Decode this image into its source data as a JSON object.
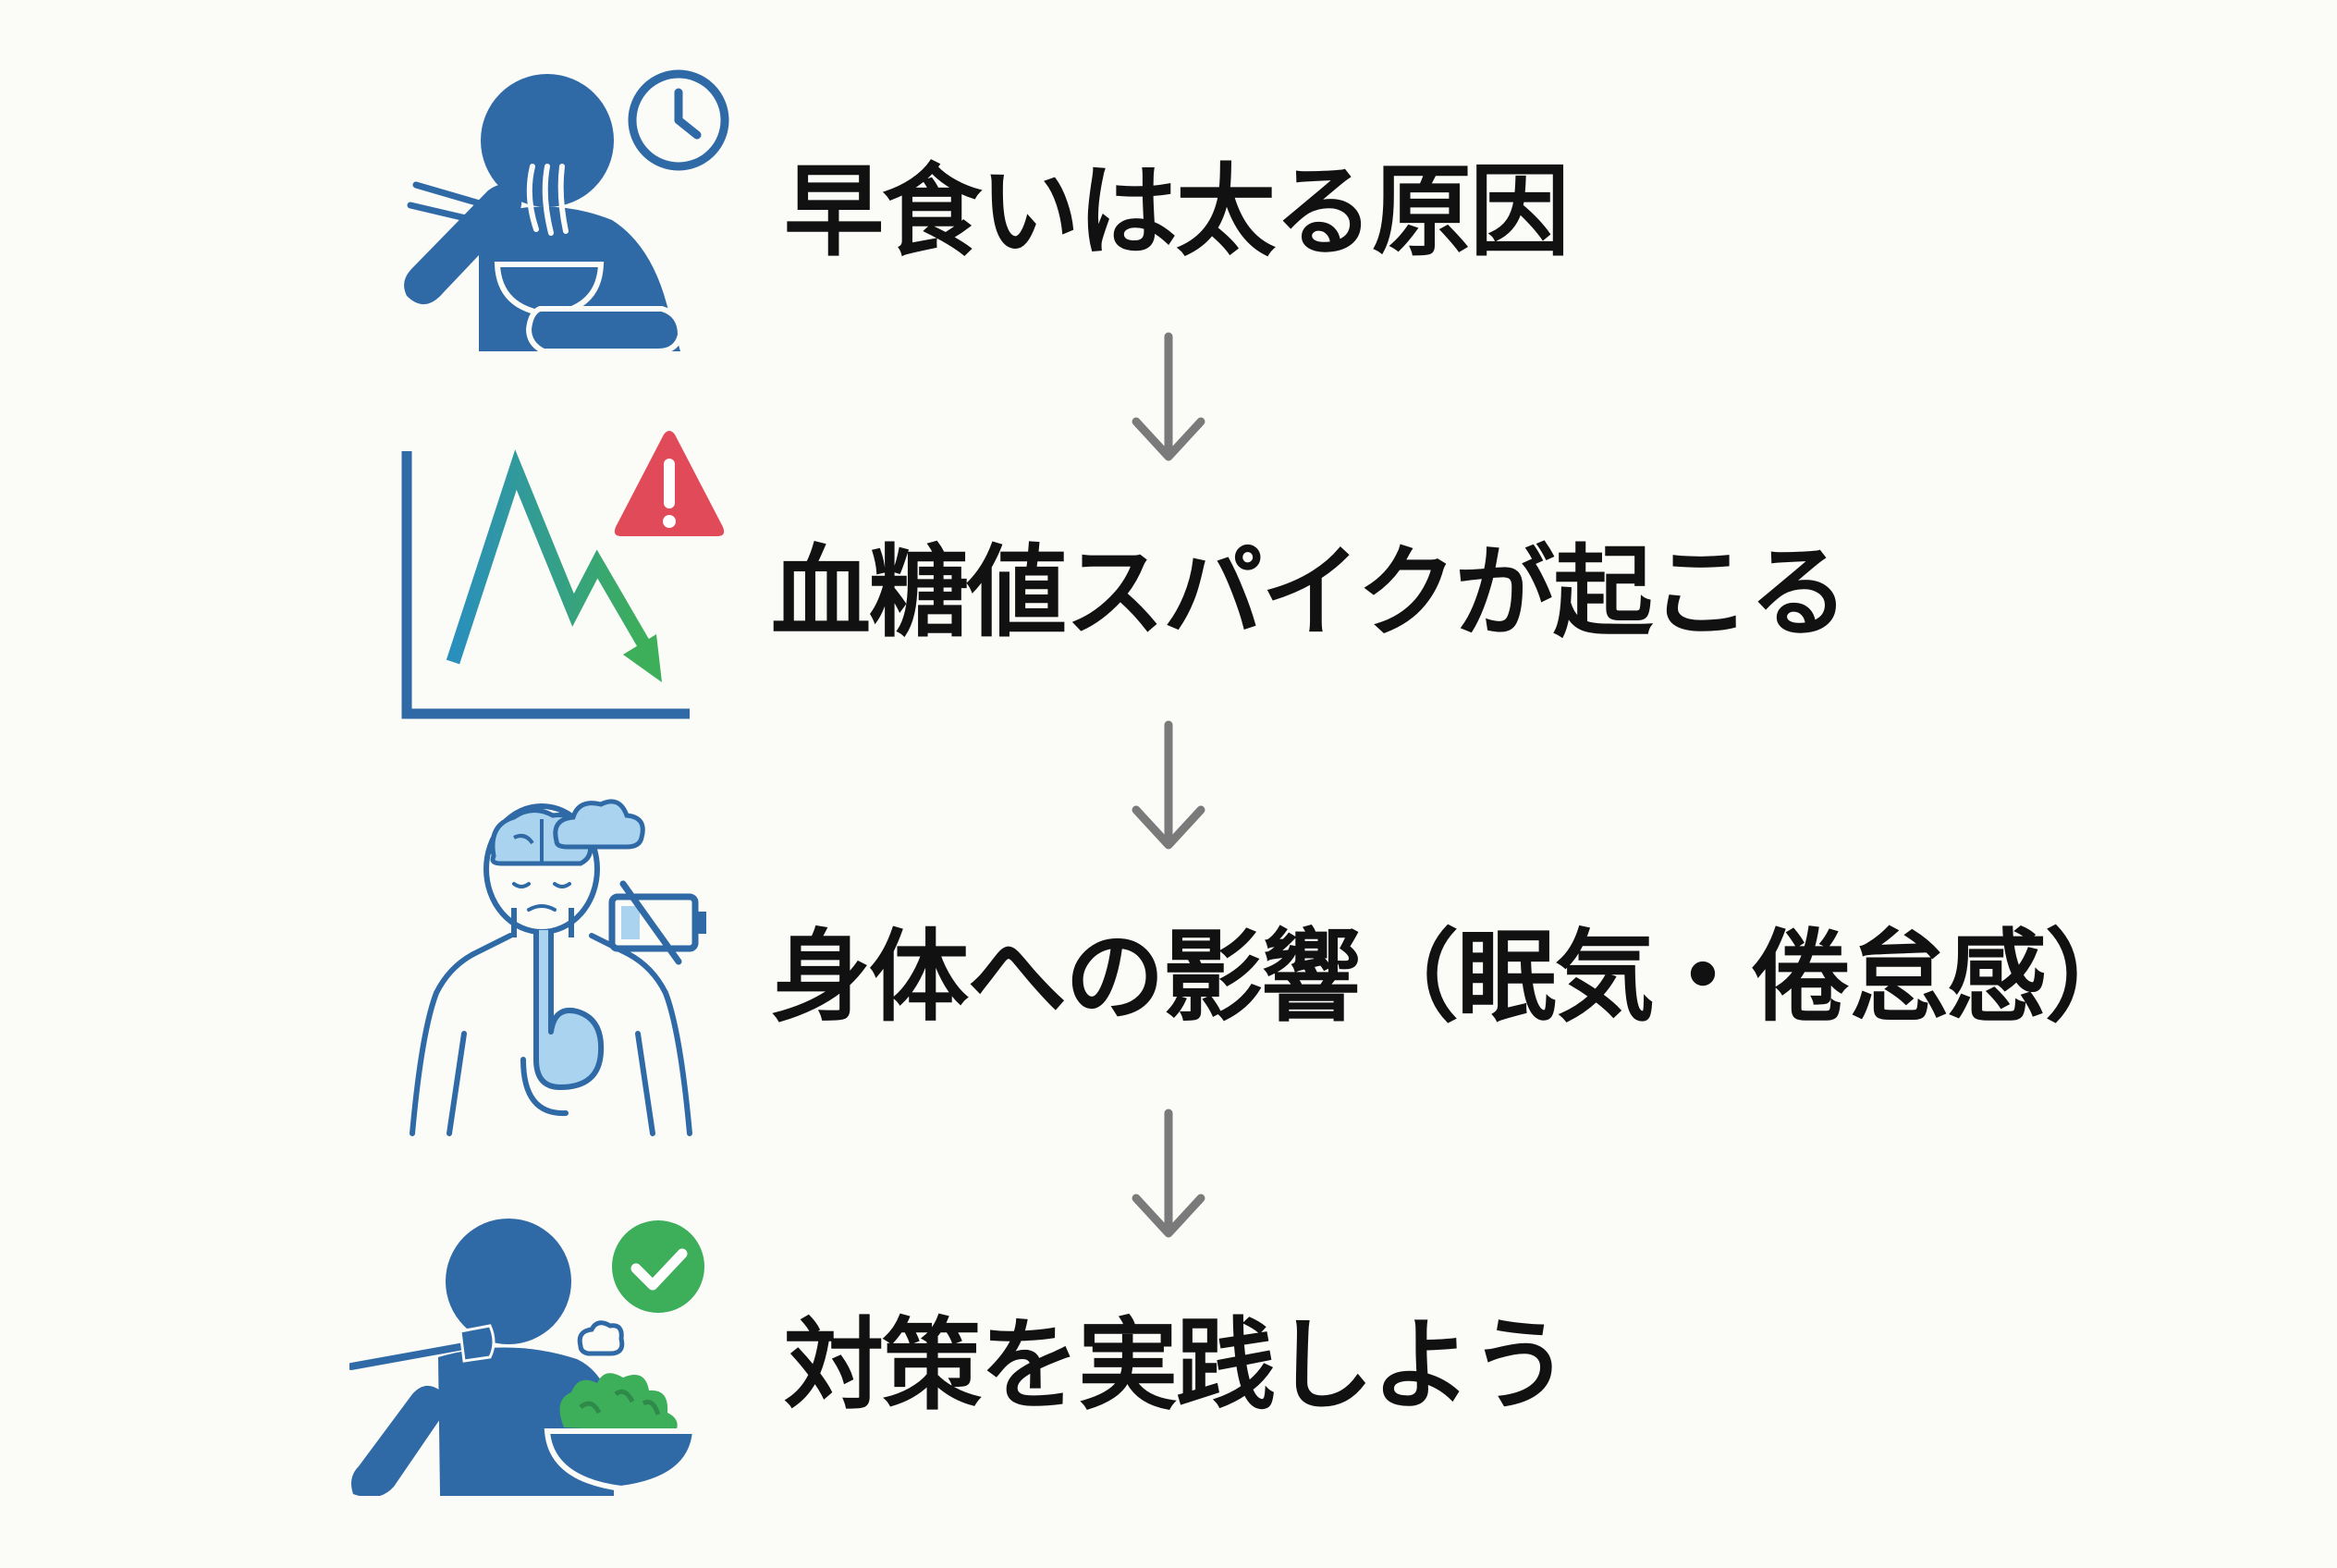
{
  "colors": {
    "background": "#fbfbf8",
    "primary_blue": "#2f6aa6",
    "light_blue": "#a9d3ee",
    "alert_red": "#e14a58",
    "success_green": "#3dae5a",
    "arrow_gray": "#7a7a7a",
    "text": "#111111"
  },
  "steps": [
    {
      "label": "早食いは太る原因",
      "icon": "fast-eating-person-icon",
      "badge": "clock-icon"
    },
    {
      "label": "血糖値スパイクが起こる",
      "icon": "blood-sugar-spike-chart-icon",
      "badge": "warning-triangle-icon"
    },
    {
      "label": "身体への影響（眠気・倦怠感）",
      "icon": "tired-body-icon",
      "badge": "low-battery-icon"
    },
    {
      "label": "対策を実践しよう",
      "icon": "mindful-eating-person-icon",
      "badge": "check-circle-icon"
    }
  ],
  "arrows": [
    "down-arrow-icon",
    "down-arrow-icon",
    "down-arrow-icon"
  ]
}
